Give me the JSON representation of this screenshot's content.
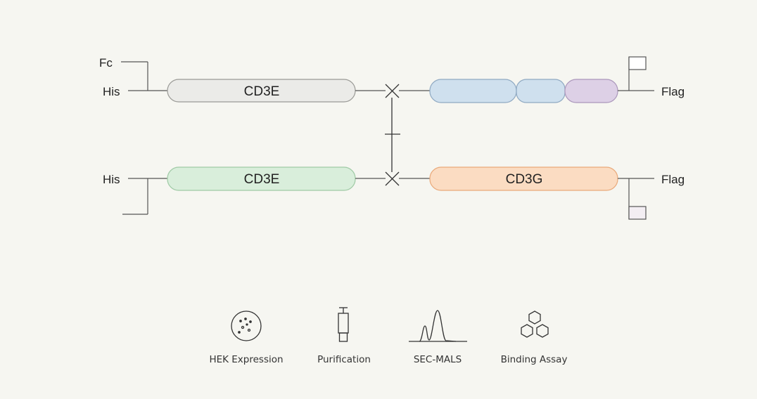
{
  "colors": {
    "background": "#f6f6f1",
    "line": "#555555",
    "cd3e_top_fill": "#ebebe8",
    "cd3e_top_stroke": "#9a9a96",
    "cd3e_bottom_fill": "#d9eedb",
    "cd3e_bottom_stroke": "#9fcaa5",
    "blue_segment_fill": "#cfe0ee",
    "blue_segment_stroke": "#8fa9c2",
    "purple_segment_fill": "#ddd0e6",
    "purple_segment_stroke": "#ab97bb",
    "cd3g_fill": "#fbdcc2",
    "cd3g_stroke": "#e9a97a",
    "flag_box_fill": "#ffffff",
    "flag_box_fill_lower": "#f3eef3"
  },
  "diagram": {
    "top_row": {
      "tag_fc": "Fc",
      "tag_his": "His",
      "domain_left": "CD3E",
      "domain_right_segments": [
        "",
        "",
        ""
      ],
      "tag_flag": "Flag"
    },
    "bottom_row": {
      "tag_his": "His",
      "domain_left": "CD3E",
      "domain_right": "CD3G",
      "tag_flag": "Flag"
    }
  },
  "workflow": {
    "steps": [
      {
        "label": "HEK Expression",
        "icon": "cell-dish-icon"
      },
      {
        "label": "Purification",
        "icon": "syringe-column-icon"
      },
      {
        "label": "SEC-MALS",
        "icon": "chromatogram-peak-icon"
      },
      {
        "label": "Binding Assay",
        "icon": "hexagon-cluster-icon"
      }
    ]
  }
}
